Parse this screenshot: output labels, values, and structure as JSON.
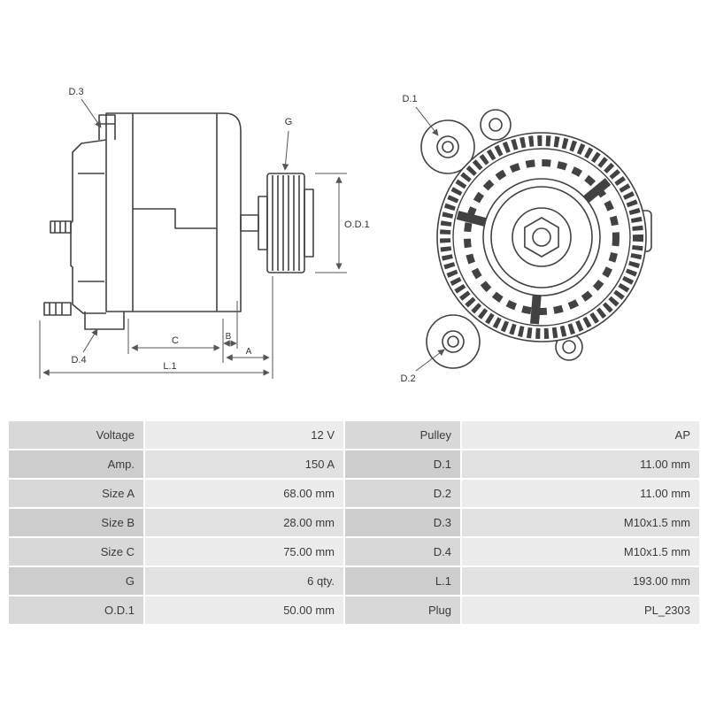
{
  "diagram": {
    "labels": {
      "d1": "D.1",
      "d2": "D.2",
      "d3": "D.3",
      "d4": "D.4",
      "g": "G",
      "od1": "O.D.1",
      "a": "A",
      "b": "B",
      "c": "C",
      "l1": "L.1"
    },
    "colors": {
      "line": "#424242",
      "dimension_line": "#555555",
      "text": "#333333"
    }
  },
  "table": {
    "colors": {
      "label_odd": "#d8d8d8",
      "value_odd": "#ececec",
      "label_even": "#cdcdcd",
      "value_even": "#e1e1e1"
    },
    "rows": [
      {
        "l1": "Voltage",
        "v1": "12 V",
        "l2": "Pulley",
        "v2": "AP"
      },
      {
        "l1": "Amp.",
        "v1": "150 A",
        "l2": "D.1",
        "v2": "11.00 mm"
      },
      {
        "l1": "Size A",
        "v1": "68.00 mm",
        "l2": "D.2",
        "v2": "11.00 mm"
      },
      {
        "l1": "Size B",
        "v1": "28.00 mm",
        "l2": "D.3",
        "v2": "M10x1.5 mm"
      },
      {
        "l1": "Size C",
        "v1": "75.00 mm",
        "l2": "D.4",
        "v2": "M10x1.5 mm"
      },
      {
        "l1": "G",
        "v1": "6 qty.",
        "l2": "L.1",
        "v2": "193.00 mm"
      },
      {
        "l1": "O.D.1",
        "v1": "50.00 mm",
        "l2": "Plug",
        "v2": "PL_2303"
      }
    ]
  }
}
